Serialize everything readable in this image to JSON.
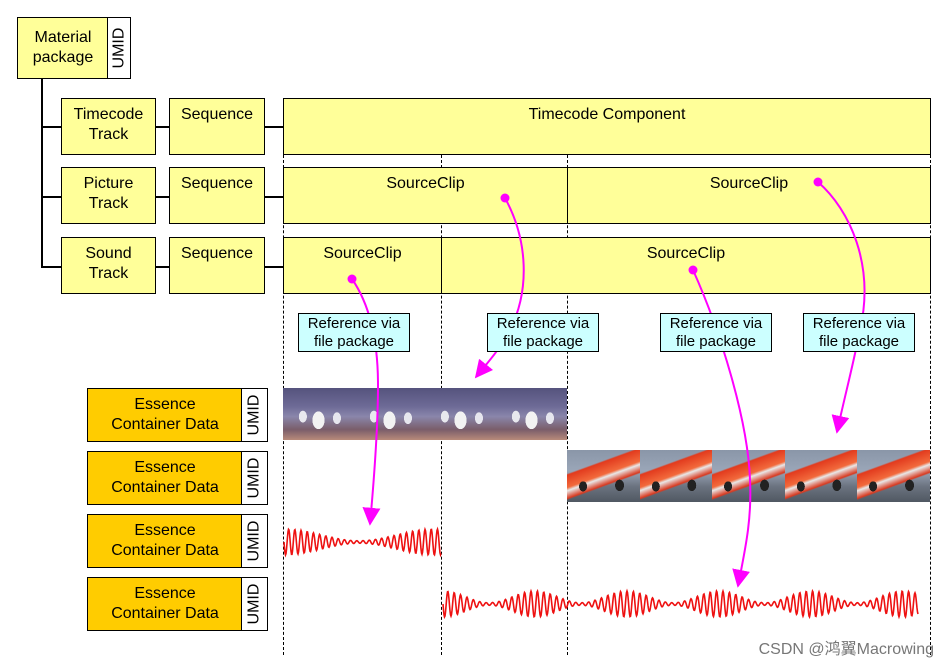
{
  "material_package": {
    "line1": "Material",
    "line2": "package",
    "umid": "UMID"
  },
  "tracks": [
    {
      "line1": "Timecode",
      "line2": "Track",
      "sequence": "Sequence"
    },
    {
      "line1": "Picture",
      "line2": "Track",
      "sequence": "Sequence"
    },
    {
      "line1": "Sound",
      "line2": "Track",
      "sequence": "Sequence"
    }
  ],
  "components": {
    "timecode": "Timecode Component",
    "picture_clip_1": "SourceClip",
    "picture_clip_2": "SourceClip",
    "sound_clip_1": "SourceClip",
    "sound_clip_2": "SourceClip"
  },
  "references": [
    {
      "line1": "Reference via",
      "line2": "file package"
    },
    {
      "line1": "Reference via",
      "line2": "file package"
    },
    {
      "line1": "Reference via",
      "line2": "file package"
    },
    {
      "line1": "Reference via",
      "line2": "file package"
    }
  ],
  "essence_containers": [
    {
      "line1": "Essence",
      "line2": "Container Data",
      "umid": "UMID"
    },
    {
      "line1": "Essence",
      "line2": "Container Data",
      "umid": "UMID"
    },
    {
      "line1": "Essence",
      "line2": "Container Data",
      "umid": "UMID"
    },
    {
      "line1": "Essence",
      "line2": "Container Data",
      "umid": "UMID"
    }
  ],
  "colors": {
    "package_box": "#ffff99",
    "essence_box": "#ffcc00",
    "reference_box": "#ccffff",
    "reference_arrow": "#ff00ff",
    "audio_wave": "#ee1111"
  },
  "watermark": "CSDN @鸿翼Macrowing"
}
